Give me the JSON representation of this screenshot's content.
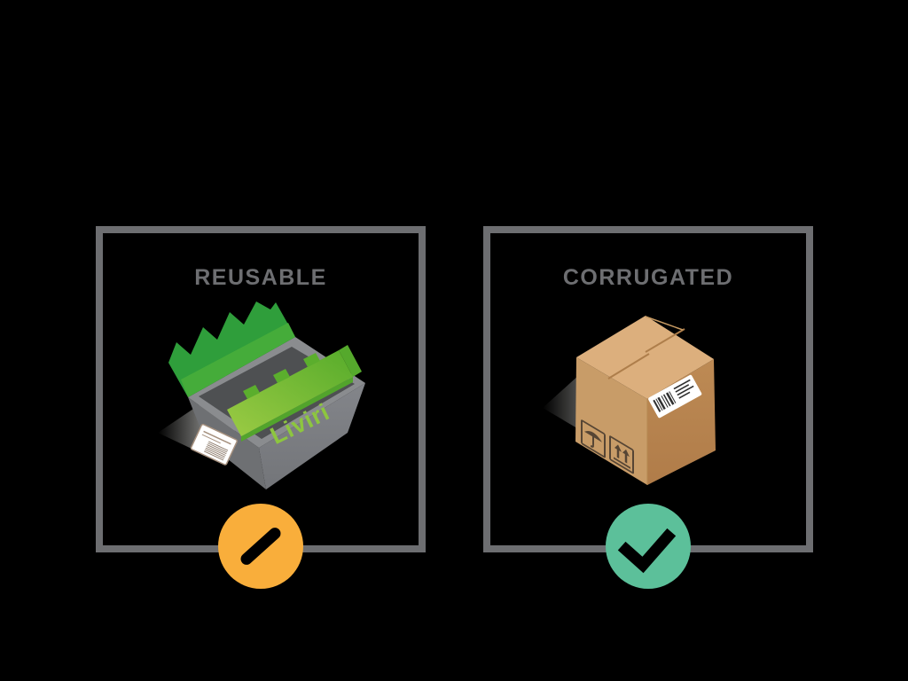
{
  "panels": [
    {
      "label": "REUSABLE",
      "badge": "slash",
      "badge_color": "#F9AE3B"
    },
    {
      "label": "CORRUGATED",
      "badge": "check",
      "badge_color": "#5CC09A"
    }
  ],
  "frame": {
    "border_color": "#6D6E71",
    "title_color": "#6D6E71",
    "background": "#000000"
  },
  "illustrations": {
    "tote": {
      "brand": "Liviri",
      "brand_color": "#8DC63F",
      "body_color": "#7C7E81",
      "body_shade_color": "#6E7073",
      "interior_color": "#4E5052",
      "rim_color": "#8A8C8F",
      "lid_front_color_light": "#9CCB44",
      "lid_front_color_dark": "#57AC2B",
      "lid_back_color": "#2F9E3B",
      "label": "white-shipping-label"
    },
    "box": {
      "top_color": "#DCAF7D",
      "left_color": "#C89C68",
      "right_color": "#BD8A54",
      "seam_color": "#AE7E4B",
      "stencil_color": "#564534",
      "symbols": [
        "keep-dry-umbrella",
        "this-side-up-arrows"
      ],
      "label": "barcode-shipping-label"
    }
  }
}
